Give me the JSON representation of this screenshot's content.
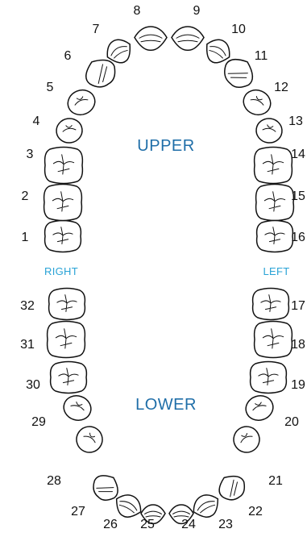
{
  "labels": {
    "upper": "UPPER",
    "lower": "LOWER",
    "right": "RIGHT",
    "left": "LEFT"
  },
  "colors": {
    "arch_label": "#1f6ea8",
    "side_label": "#29a3d6",
    "outline": "#111111"
  },
  "teeth": [
    {
      "number": "1",
      "type": "molar"
    },
    {
      "number": "2",
      "type": "molar"
    },
    {
      "number": "3",
      "type": "molar"
    },
    {
      "number": "4",
      "type": "premolar"
    },
    {
      "number": "5",
      "type": "premolar"
    },
    {
      "number": "6",
      "type": "canine"
    },
    {
      "number": "7",
      "type": "incisor"
    },
    {
      "number": "8",
      "type": "incisor"
    },
    {
      "number": "9",
      "type": "incisor"
    },
    {
      "number": "10",
      "type": "incisor"
    },
    {
      "number": "11",
      "type": "canine"
    },
    {
      "number": "12",
      "type": "premolar"
    },
    {
      "number": "13",
      "type": "premolar"
    },
    {
      "number": "14",
      "type": "molar"
    },
    {
      "number": "15",
      "type": "molar"
    },
    {
      "number": "16",
      "type": "molar"
    },
    {
      "number": "17",
      "type": "molar"
    },
    {
      "number": "18",
      "type": "molar"
    },
    {
      "number": "19",
      "type": "molar"
    },
    {
      "number": "20",
      "type": "premolar"
    },
    {
      "number": "21",
      "type": "premolar"
    },
    {
      "number": "22",
      "type": "canine"
    },
    {
      "number": "23",
      "type": "incisor"
    },
    {
      "number": "24",
      "type": "incisor"
    },
    {
      "number": "25",
      "type": "incisor"
    },
    {
      "number": "26",
      "type": "incisor"
    },
    {
      "number": "27",
      "type": "canine"
    },
    {
      "number": "28",
      "type": "premolar"
    },
    {
      "number": "29",
      "type": "premolar"
    },
    {
      "number": "30",
      "type": "molar"
    },
    {
      "number": "31",
      "type": "molar"
    },
    {
      "number": "32",
      "type": "molar"
    }
  ]
}
